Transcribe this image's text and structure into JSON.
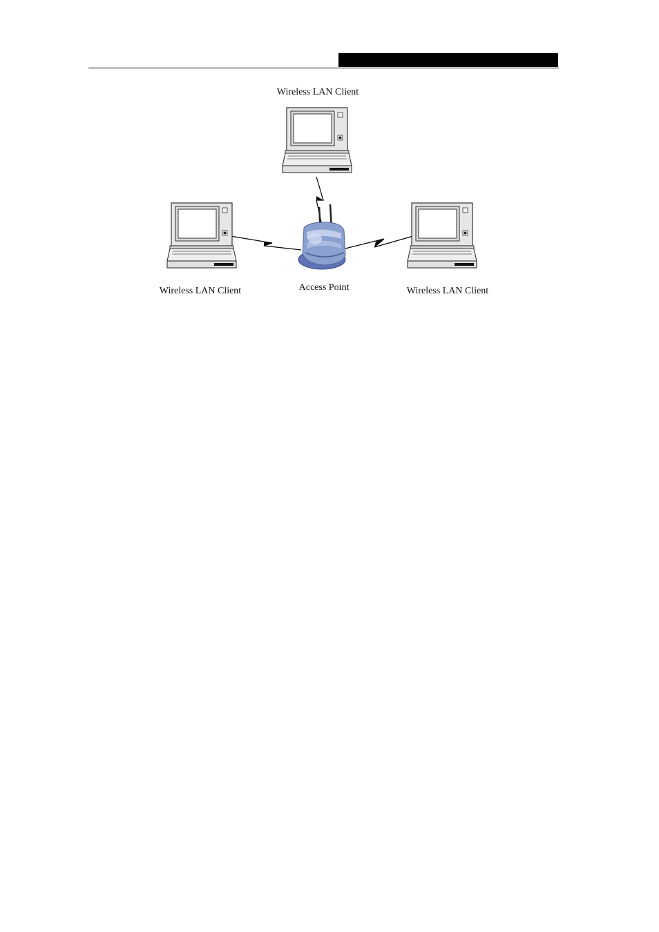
{
  "header": {
    "bar_color": "#000000"
  },
  "diagram": {
    "clients": [
      {
        "id": "top",
        "label": "Wireless LAN Client"
      },
      {
        "id": "left",
        "label": "Wireless LAN Client"
      },
      {
        "id": "right",
        "label": "Wireless LAN Client"
      }
    ],
    "access_point": {
      "label": "Access Point",
      "body_color": "#8aa0cf",
      "base_color": "#5f72b3"
    },
    "laptop_colors": {
      "body": "#e6e6e6",
      "outline": "#333333",
      "screen": "#ffffff"
    },
    "links": [
      {
        "from": "top",
        "to": "access_point",
        "type": "wireless"
      },
      {
        "from": "left",
        "to": "access_point",
        "type": "wireless"
      },
      {
        "from": "right",
        "to": "access_point",
        "type": "wireless"
      }
    ]
  }
}
